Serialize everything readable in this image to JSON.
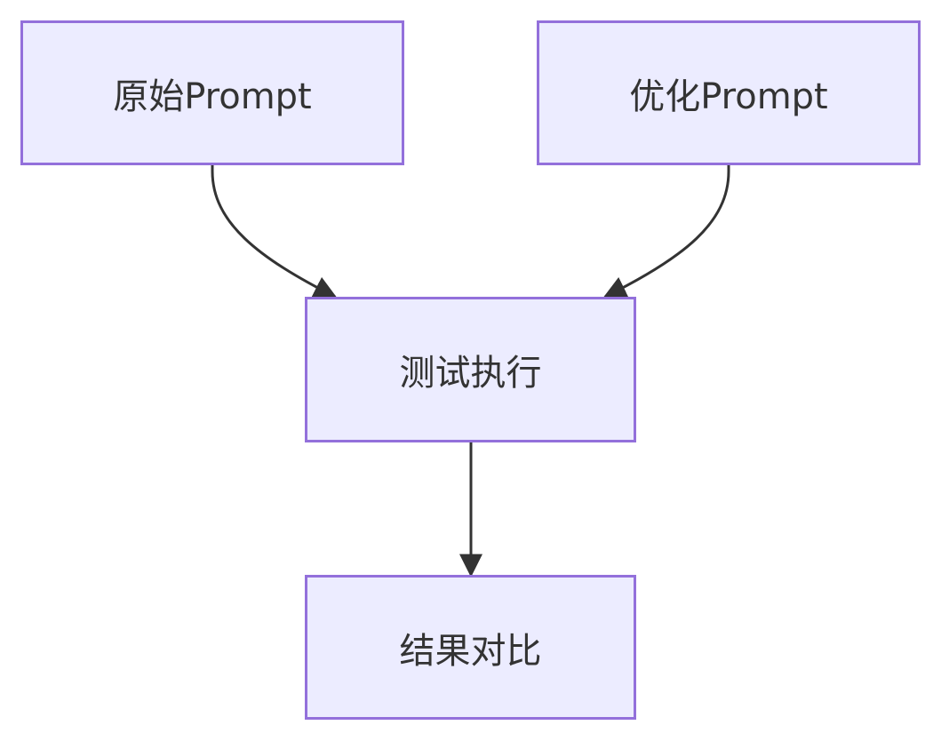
{
  "nodes": {
    "original_prompt": "原始Prompt",
    "optimized_prompt": "优化Prompt",
    "test_execution": "测试执行",
    "result_comparison": "结果对比"
  },
  "edges": [
    {
      "from": "原始Prompt",
      "to": "测试执行"
    },
    {
      "from": "优化Prompt",
      "to": "测试执行"
    },
    {
      "from": "测试执行",
      "to": "结果对比"
    }
  ],
  "colors": {
    "node_fill": "#ececff",
    "node_border": "#9370db",
    "edge": "#333333",
    "text": "#333333"
  }
}
